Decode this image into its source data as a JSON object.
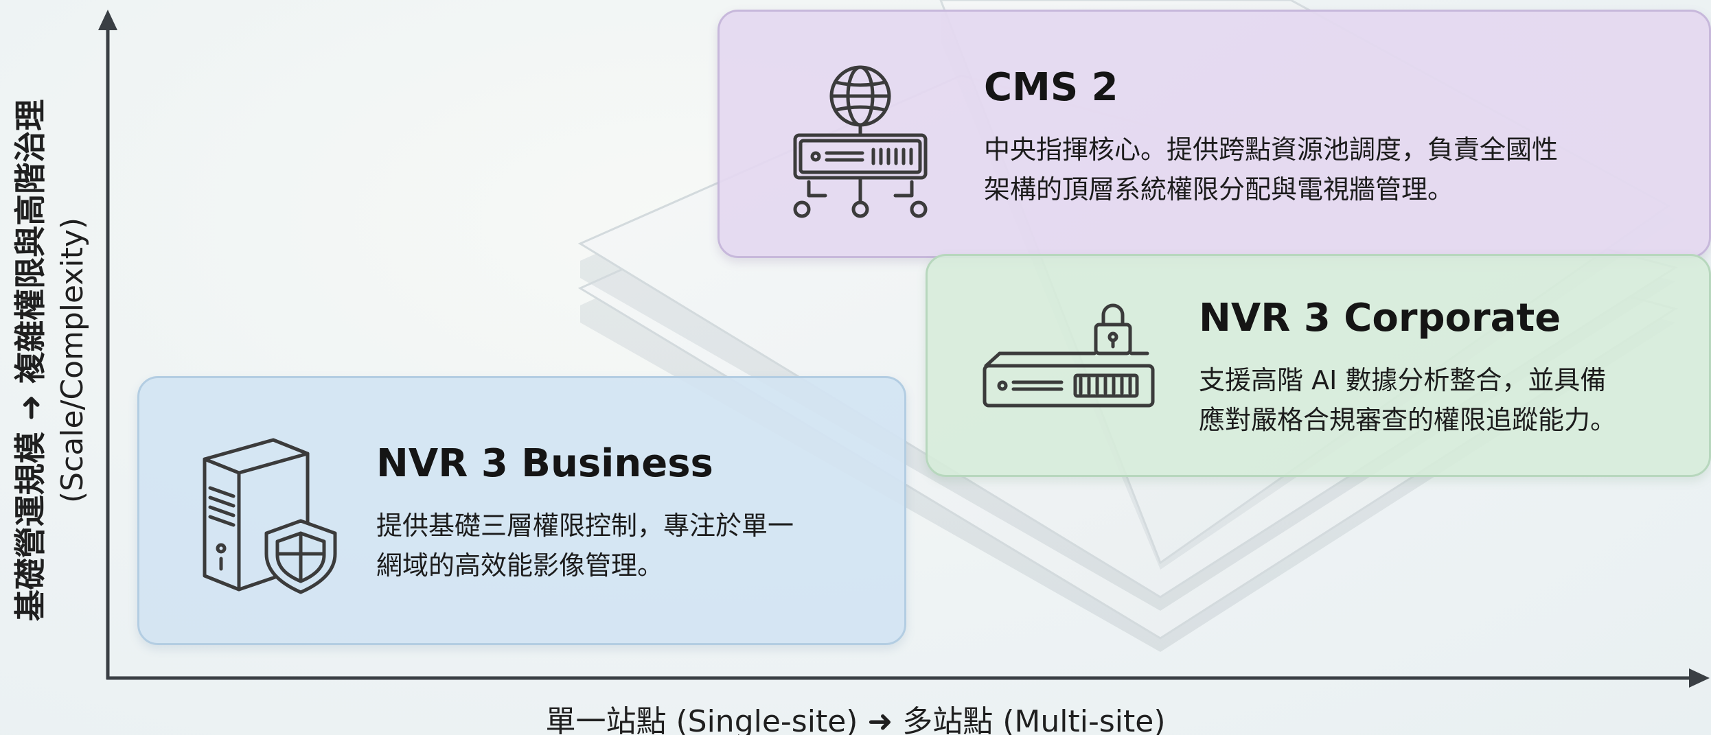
{
  "axes": {
    "y_label_line1": "基礎營運規模 ➜ 複雜權限與高階治理",
    "y_label_line2": "(Scale/Complexity)",
    "x_label": "單一站點 (Single-site) ➜ 多站點 (Multi-site)"
  },
  "cards": {
    "cms": {
      "title": "CMS 2",
      "desc_line1": "中央指揮核心。提供跨點資源池調度，負責全國性",
      "desc_line2": "架構的頂層系統權限分配與電視牆管理。",
      "icon": "globe-server-network-icon",
      "color": "#e4d8f0"
    },
    "corporate": {
      "title": "NVR 3 Corporate",
      "desc_line1": "支援高階 AI 數據分析整合，並具備",
      "desc_line2": "應對嚴格合規審查的權限追蹤能力。",
      "icon": "locked-server-icon",
      "color": "#d6ecd9"
    },
    "business": {
      "title": "NVR 3 Business",
      "desc_line1": "提供基礎三層權限控制，專注於單一",
      "desc_line2": "網域的高效能影像管理。",
      "icon": "tower-server-shield-icon",
      "color": "#d2e4f2"
    }
  }
}
